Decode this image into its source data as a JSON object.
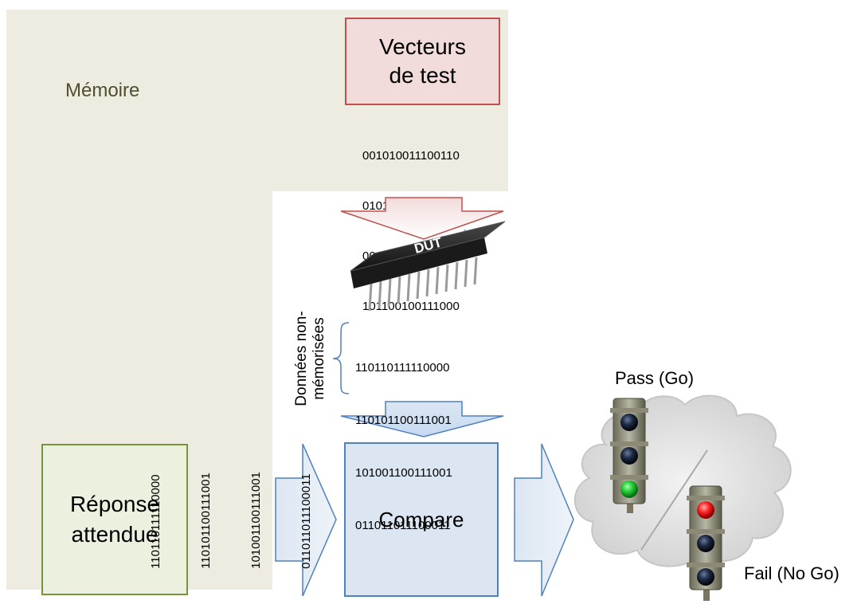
{
  "memory": {
    "label": "Mémoire"
  },
  "test_vectors": {
    "label_line1": "Vecteurs",
    "label_line2": "de test",
    "bits": [
      "001010011100110",
      "010110010001001",
      "000100111001010",
      "101100100111000"
    ]
  },
  "dut": {
    "label": "DUT"
  },
  "non_memorized": {
    "label_line1": "Données non-",
    "label_line2": "mémorisées",
    "bits": [
      "110110111110000",
      "110101100111001",
      "101001100111001",
      "011011011100011"
    ]
  },
  "expected": {
    "label_line1": "Réponse",
    "label_line2": "attendue",
    "bits": [
      "110110111110000",
      "110101100111001",
      "101001100111001",
      "011011011100011"
    ]
  },
  "compare": {
    "label": "Compare"
  },
  "result": {
    "pass_label": "Pass (Go)",
    "fail_label": "Fail (No Go)"
  },
  "colors": {
    "memory_bg": "#eeebe0",
    "test_box_fill": "#f2dcdb",
    "test_box_border": "#c0504d",
    "expected_box_fill": "#ebf1de",
    "expected_box_border": "#77933c",
    "compare_fill": "#dce6f2",
    "compare_border": "#4f81bd",
    "cloud_fill": "#e3e3e3",
    "light_green": "#22cc33",
    "light_red": "#ff2222"
  }
}
